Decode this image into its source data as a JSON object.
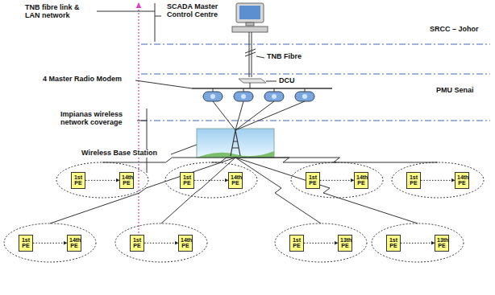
{
  "diagram": {
    "nodes": [
      {
        "text": [
          "1st PE"
        ]
      },
      {
        "text": [
          "14th PE"
        ]
      },
      {
        "text": [
          "1st PE"
        ]
      },
      {
        "text": [
          "14th PE"
        ]
      },
      {
        "text": [
          "1st PE"
        ]
      },
      {
        "text": [
          "14th PE"
        ]
      },
      {
        "text": [
          "1st PE"
        ]
      },
      {
        "text": [
          "14th PE"
        ]
      },
      {
        "text": [
          "1st PE"
        ]
      },
      {
        "text": [
          "14th PE"
        ]
      },
      {
        "text": [
          "1st PE"
        ]
      },
      {
        "text": [
          "14th PE"
        ]
      },
      {
        "text": [
          "1st PE"
        ]
      },
      {
        "text": [
          "13th PE"
        ]
      },
      {
        "text": [
          "1st PE"
        ]
      },
      {
        "text": [
          "13th PE"
        ]
      }
    ],
    "edges": [
      {
        "from": 0,
        "to": 1,
        "arrow": "to"
      },
      {
        "from": 2,
        "to": 3,
        "arrow": "to"
      },
      {
        "from": 4,
        "to": 5,
        "arrow": "to"
      },
      {
        "from": 6,
        "to": 7,
        "arrow": "to"
      },
      {
        "from": 8,
        "to": 9,
        "arrow": "to"
      },
      {
        "from": 10,
        "to": 11,
        "arrow": "to"
      },
      {
        "from": 12,
        "to": 13,
        "arrow": "to"
      },
      {
        "from": 14,
        "to": 15,
        "arrow": "to"
      }
    ],
    "labels": [
      "SCADA Master Control Centre",
      "TNB fibre link & LAN network",
      "SRCC – Johor",
      "TNB Fibre",
      "DCU",
      "4 Master Radio Modem",
      "PMU Senai",
      "Impianas wireless network coverage",
      "Wireless Base Station"
    ]
  }
}
